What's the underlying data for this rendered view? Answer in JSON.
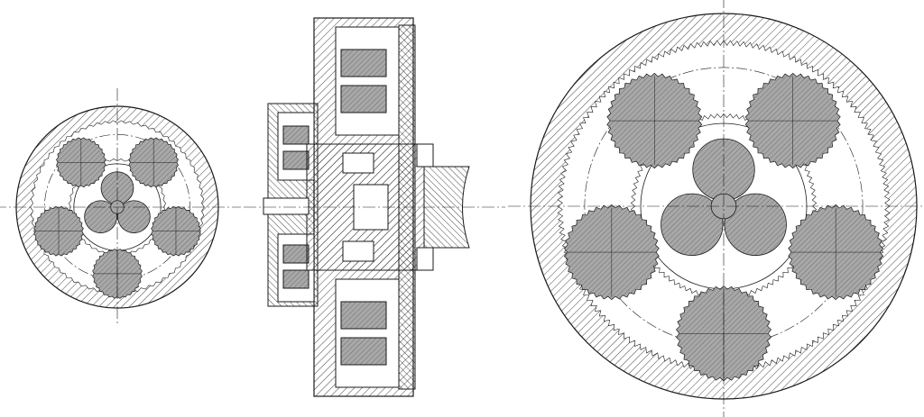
{
  "drawing": {
    "line_color": "#1a1a1a",
    "fill_gray": "#a8a8a8",
    "background": "#ffffff"
  },
  "views": [
    {
      "id": "small-gear-front-view",
      "planet_count": 5,
      "sun_lobes": 3
    },
    {
      "id": "section-view"
    },
    {
      "id": "large-gear-front-view",
      "planet_count": 5,
      "sun_lobes": 3
    }
  ]
}
